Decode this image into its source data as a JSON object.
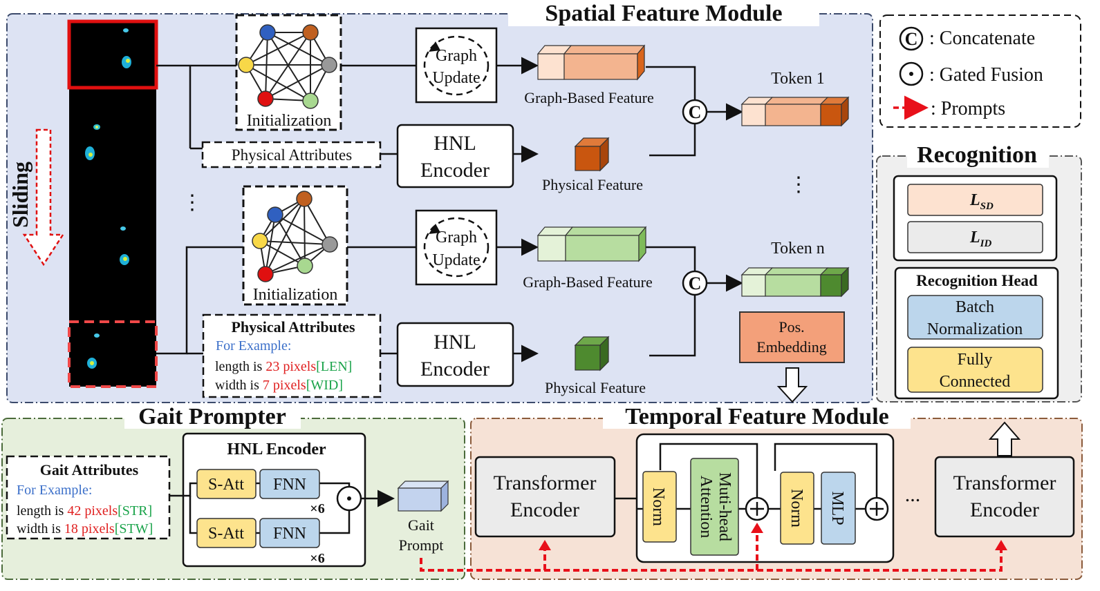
{
  "modules": {
    "spatial_title": "Spatial Feature Module",
    "gait_prompter_title": "Gait Prompter",
    "temporal_title": "Temporal Feature Module",
    "recognition_title": "Recognition"
  },
  "legend": {
    "concat_symbol": "C",
    "concat_label": ": Concatenate",
    "gated_label": ": Gated Fusion",
    "prompts_label": ": Prompts"
  },
  "spatial": {
    "sliding_label": "Sliding",
    "init_label_1": "Initialization",
    "init_label_2": "Initialization",
    "graph_update_1": [
      "Graph",
      "Update"
    ],
    "graph_update_2": [
      "Graph",
      "Update"
    ],
    "physical_attributes_1": "Physical Attributes",
    "physical_attributes_2_title": "Physical Attributes",
    "for_example": "For Example:",
    "len_prefix": "length is ",
    "len_value": "23 pixels",
    "len_tag": "[LEN]",
    "wid_prefix": "width is ",
    "wid_value": "7 pixels",
    "wid_tag": "[WID]",
    "hnl_encoder": [
      "HNL",
      "Encoder"
    ],
    "graph_based_feature": "Graph-Based Feature",
    "physical_feature": "Physical Feature",
    "token_1": "Token 1",
    "token_n": "Token n",
    "pos_embedding": [
      "Pos.",
      "Embedding"
    ],
    "ellipsis": "⋮",
    "concat_symbol": "C"
  },
  "recognition": {
    "loss_sd": "L",
    "loss_sd_sub": "SD",
    "loss_id": "L",
    "loss_id_sub": "ID",
    "head_title": "Recognition Head",
    "batch_norm": [
      "Batch",
      "Normalization"
    ],
    "fully_connected": [
      "Fully",
      "Connected"
    ]
  },
  "gait": {
    "attributes_title": "Gait Attributes",
    "for_example": "For Example:",
    "len_prefix": "length is ",
    "len_value": "42 pixels",
    "len_tag": "[STR]",
    "wid_prefix": "width is ",
    "wid_value": "18 pixels",
    "wid_tag": "[STW]",
    "hnl_title": "HNL Encoder",
    "s_att": "S-Att",
    "fnn": "FNN",
    "times_6": "×6",
    "gait_prompt": [
      "Gait",
      "Prompt"
    ]
  },
  "temporal": {
    "transformer_encoder": [
      "Transformer",
      "Encoder"
    ],
    "norm": "Norm",
    "mha": [
      "Muti-head",
      "Attention"
    ],
    "mlp": "MLP",
    "ellipsis": "..."
  },
  "colors": {
    "spatial_bg": "#dde3f3",
    "gait_bg": "#e6efdc",
    "temporal_bg": "#f6e2d6",
    "recognition_bg": "#efefef",
    "orange_cube": "#f3b48f",
    "orange_dark": "#c9560f",
    "green_cube": "#b7dda0",
    "green_dark": "#4e8a2f",
    "yellow_block": "#fde38d",
    "blue_block": "#bcd6ec",
    "gray_block": "#ebebeb",
    "red_text": "#e02020",
    "green_text": "#1aa34a",
    "blue_text": "#3b6fc9",
    "prompt_red": "#e8101a"
  }
}
